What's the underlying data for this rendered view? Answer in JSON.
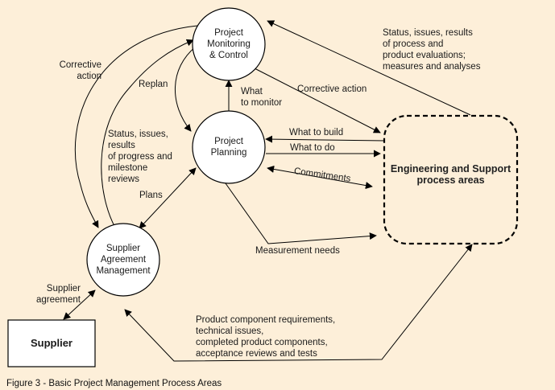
{
  "colors": {
    "background": "#fdefd9",
    "node_fill": "#ffffff",
    "stroke": "#000000"
  },
  "nodes": {
    "monitoring": "Project\nMonitoring\n& Control",
    "planning": "Project\nPlanning",
    "supplier_agreement": "Supplier\nAgreement\nManagement",
    "supplier": "Supplier",
    "engineering": "Engineering and Support\nprocess areas"
  },
  "edges": {
    "corrective_action_left": "Corrective\naction",
    "replan": "Replan",
    "what_to_monitor": "What\nto monitor",
    "corrective_action_right": "Corrective action",
    "status_process_evaluations": "Status, issues, results\nof process and\nproduct evaluations;\nmeasures and analyses",
    "status_progress_milestone": "Status, issues,\nresults\nof progress and\nmilestone\nreviews",
    "what_to_build": "What to build",
    "what_to_do": "What to do",
    "commitments": "Commitments",
    "plans": "Plans",
    "measurement_needs": "Measurement needs",
    "supplier_agreement": "Supplier\nagreement",
    "product_component": "Product component requirements,\ntechnical issues,\ncompleted product components,\nacceptance reviews and tests"
  },
  "caption": "Figure 3 - Basic Project Management Process Areas"
}
